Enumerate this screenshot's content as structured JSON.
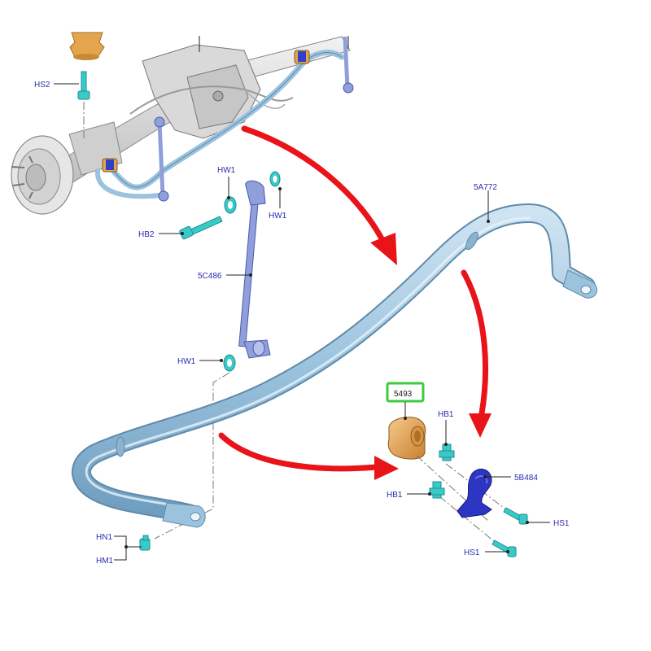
{
  "callouts": {
    "hs2": "HS2",
    "hw1_top": "HW1",
    "hw1_right": "HW1",
    "hb2": "HB2",
    "link_5c486": "5C486",
    "hw1_lower": "HW1",
    "bar_5a772": "5A772",
    "bushing_5493": "5493",
    "hb1_upper": "HB1",
    "hb1_lower": "HB1",
    "bracket_5b484": "5B484",
    "hs1_upper": "HS1",
    "hs1_lower": "HS1",
    "hn1": "HN1",
    "hm1": "HM1"
  },
  "colors": {
    "stabilizer_bar": "#9cc3de",
    "stabilizer_bar_edge": "#5f8aab",
    "end_link": "#8f9fdc",
    "bushing": "#e5a24e",
    "bracket": "#2d35c4",
    "fastener": "#39c9c9",
    "arrow": "#e8141a",
    "highlight_box": "#3ec93e",
    "callout_text": "#2b2bb0",
    "axle": "#d8d8d8"
  }
}
